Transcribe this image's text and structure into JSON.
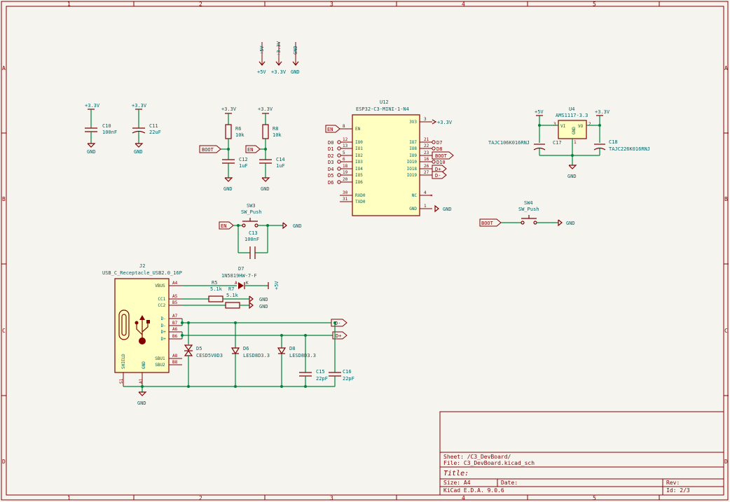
{
  "frame": {
    "columns": [
      "1",
      "2",
      "3",
      "4",
      "5"
    ],
    "rows": [
      "A",
      "B",
      "C",
      "D"
    ]
  },
  "power_header": {
    "p1": "+5V",
    "p2": "+3.3V",
    "p3": "GND"
  },
  "decoupling": {
    "c10": {
      "ref": "C10",
      "value": "100nF",
      "top": "+3.3V",
      "bottom": "GND"
    },
    "c11": {
      "ref": "C11",
      "value": "22uF",
      "top": "+3.3V",
      "bottom": "GND"
    }
  },
  "boot_rc": {
    "r6_ref": "R6",
    "r6_val": "10k",
    "c12_ref": "C12",
    "c12_val": "1uF",
    "label": "BOOT",
    "top": "+3.3V",
    "bottom": "GND"
  },
  "en_rc": {
    "r8_ref": "R8",
    "r8_val": "10k",
    "c14_ref": "C14",
    "c14_val": "1uF",
    "label": "EN",
    "top": "+3.3V",
    "bottom": "GND"
  },
  "mcu": {
    "ref": "U12",
    "value": "ESP32-C3-MINI-1-N4",
    "power_net": "+3.3V",
    "gnd_net": "GND",
    "left_pins": [
      {
        "name": "EN",
        "num": "8",
        "net": "EN"
      },
      {
        "name": "IO0",
        "num": "12",
        "net": "D0"
      },
      {
        "name": "IO1",
        "num": "13",
        "net": "D1"
      },
      {
        "name": "IO2",
        "num": "5",
        "net": "D2"
      },
      {
        "name": "IO3",
        "num": "6",
        "net": "D3"
      },
      {
        "name": "IO4",
        "num": "18",
        "net": "D4"
      },
      {
        "name": "IO5",
        "num": "19",
        "net": "D5"
      },
      {
        "name": "IO6",
        "num": "20",
        "net": "D6"
      },
      {
        "name": "RXD0",
        "num": "30",
        "net": ""
      },
      {
        "name": "TXD0",
        "num": "31",
        "net": ""
      }
    ],
    "right_pins": [
      {
        "name": "3V3",
        "num": "3",
        "net": "+3.3V"
      },
      {
        "name": "IO7",
        "num": "21",
        "net": "D7"
      },
      {
        "name": "IO8",
        "num": "22",
        "net": "D8"
      },
      {
        "name": "IO9",
        "num": "23",
        "net": "BOOT"
      },
      {
        "name": "IO10",
        "num": "16",
        "net": "D10"
      },
      {
        "name": "IO18",
        "num": "26",
        "net": "D+"
      },
      {
        "name": "IO19",
        "num": "27",
        "net": "D-"
      },
      {
        "name": "NC",
        "num": "4",
        "net": ""
      },
      {
        "name": "GND",
        "num": "1",
        "net": "GND"
      }
    ]
  },
  "regulator": {
    "ref": "U4",
    "value": "AMS1117-3.3",
    "vi": "VI",
    "vo": "VO",
    "gnd": "GND",
    "pin_in": "3",
    "pin_out": "2",
    "pin_gnd": "1",
    "in_net": "+5V",
    "out_net": "+3.3V",
    "gnd_net": "GND",
    "c17_ref": "C17",
    "c17_val": "TAJC106K016RNJ",
    "c18_ref": "C18",
    "c18_val": "TAJC226K016RNJ"
  },
  "sw3": {
    "ref": "SW3",
    "value": "SW_Push",
    "label": "EN",
    "gnd": "GND",
    "c13_ref": "C13",
    "c13_val": "100nF"
  },
  "sw4": {
    "ref": "SW4",
    "value": "SW_Push",
    "label": "BOOT",
    "gnd": "GND"
  },
  "usb": {
    "ref": "J2",
    "value": "USB_C_Receptacle_USB2.0_16P",
    "pins": [
      {
        "name": "VBUS",
        "num": "A4"
      },
      {
        "name": "CC1",
        "num": "A5"
      },
      {
        "name": "CC2",
        "num": "B5"
      },
      {
        "name": "D-",
        "num": "A7"
      },
      {
        "name": "D-",
        "num": "B7"
      },
      {
        "name": "D+",
        "num": "A6"
      },
      {
        "name": "D+",
        "num": "B6"
      },
      {
        "name": "SBU1",
        "num": "A8"
      },
      {
        "name": "SBU2",
        "num": "B8"
      }
    ],
    "shield": "SHIELD",
    "gnd": "GND",
    "s1": "S1",
    "a1": "A1",
    "gnd_net": "GND",
    "r5_ref": "R5",
    "r5_val": "5.1k",
    "r7_ref": "R7",
    "r7_val": "5.1k",
    "cc_gnd1": "GND",
    "cc_gnd2": "GND",
    "d7_ref": "D7",
    "d7_val": "1N5819HW-7-F",
    "d7_a": "A",
    "d7_k": "K",
    "vbus_net": "+5V",
    "d5_ref": "D5",
    "d5_val": "CESD5V0D3",
    "d6_ref": "D6",
    "d6_val": "LESD8D3.3",
    "d8_ref": "D8",
    "d8_val": "LESD8D3.3",
    "c15_ref": "C15",
    "c15_val": "22pF",
    "c16_ref": "C16",
    "c16_val": "22pF",
    "dm_label": "D-",
    "dp_label": "D+"
  },
  "title_block": {
    "sheet": "Sheet: /C3_DevBoard/",
    "file": "File: C3_DevBoard.kicad_sch",
    "title": "Title:",
    "size": "Size: A4",
    "date": "Date:",
    "rev": "Rev:",
    "tool": "KiCad E.D.A. 9.0.6",
    "id": "Id: 2/3"
  }
}
